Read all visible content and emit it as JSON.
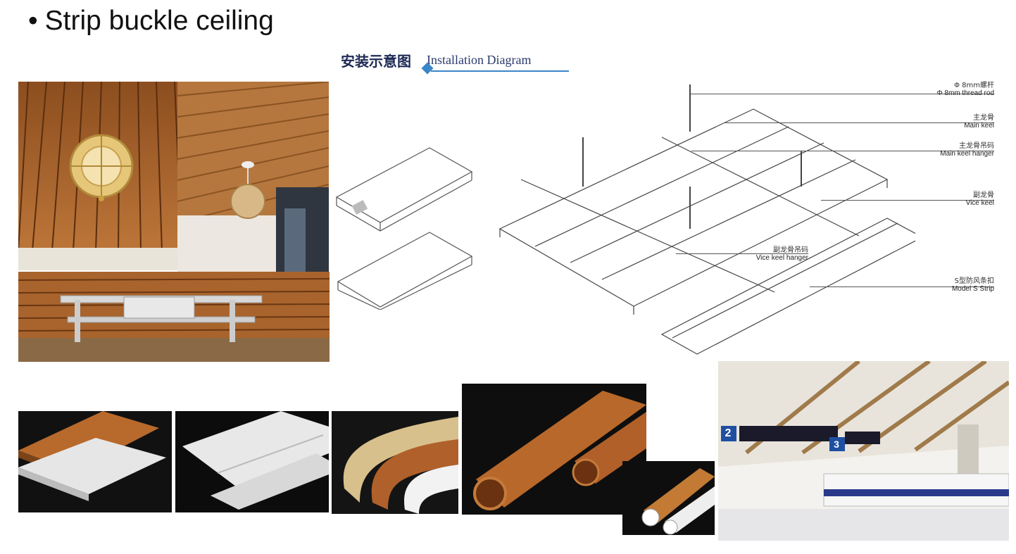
{
  "slide": {
    "bullet": "•",
    "title": "Strip buckle ceiling"
  },
  "diagram": {
    "heading_cn": "安装示意图",
    "heading_en": "Installation Diagram",
    "callouts": [
      {
        "cn": "Φ 8mm螺杆",
        "en": "Φ 8mm thread rod"
      },
      {
        "cn": "主龙骨",
        "en": "Main keel"
      },
      {
        "cn": "主龙骨吊码",
        "en": "Main keel hanger"
      },
      {
        "cn": "副龙骨",
        "en": "Vice keel"
      },
      {
        "cn": "副龙骨吊码",
        "en": "Vice keel hanger"
      },
      {
        "cn": "S型防风条扣",
        "en": "Model S Strip"
      }
    ]
  },
  "station_sign": {
    "left_num": "2",
    "right_num": "3"
  },
  "colors": {
    "wood": "#b06a2f",
    "wood_dark": "#7a4418",
    "accent": "#3a86c8",
    "navy": "#1d2a55"
  }
}
